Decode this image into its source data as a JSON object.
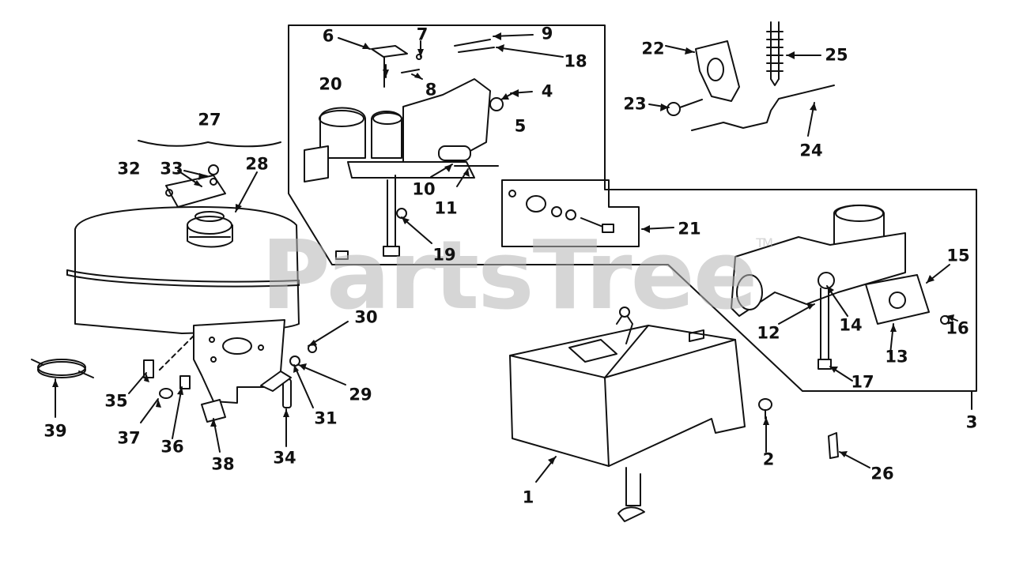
{
  "watermark": {
    "text": "PartsTree",
    "tm": "TM"
  },
  "callouts": {
    "c1": "1",
    "c2": "2",
    "c3": "3",
    "c4": "4",
    "c5": "5",
    "c6": "6",
    "c7": "7",
    "c8": "8",
    "c9": "9",
    "c10": "10",
    "c11": "11",
    "c12": "12",
    "c13": "13",
    "c14": "14",
    "c15": "15",
    "c16": "16",
    "c17": "17",
    "c18": "18",
    "c19": "19",
    "c20": "20",
    "c21": "21",
    "c22": "22",
    "c23": "23",
    "c24": "24",
    "c25": "25",
    "c26": "26",
    "c27": "27",
    "c28": "28",
    "c29": "29",
    "c30": "30",
    "c31": "31",
    "c32": "32",
    "c33": "33",
    "c34": "34",
    "c35": "35",
    "c36": "36",
    "c37": "37",
    "c38": "38",
    "c39": "39"
  }
}
